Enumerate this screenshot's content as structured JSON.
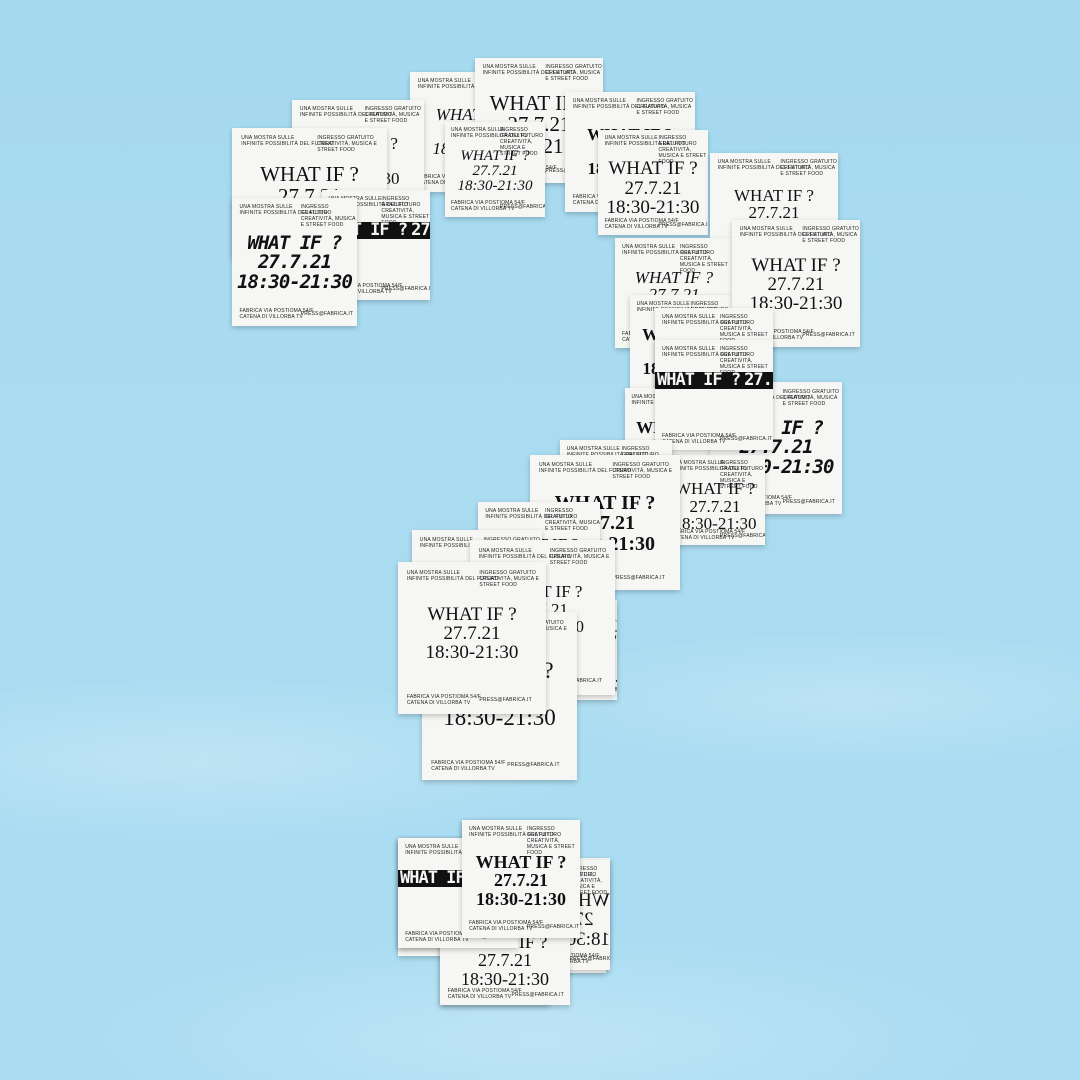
{
  "poster": {
    "headline": "WHAT IF ?",
    "date": "27.7.21",
    "time": "18:30-21:30",
    "info_left": "UNA MOSTRA SULLE\nINFINITE POSSIBILITÀ DEL FUTURO",
    "info_right": "INGRESSO GRATUITO\nCREATIVITÀ, MUSICA E STREET FOOD",
    "address": "FABRICA VIA POSTIOMA 54/F\nCATENA DI VILLORBA TV",
    "email": "PRESS@FABRICA.IT"
  },
  "colors": {
    "sky": "#a8dbf0",
    "card": "#f6f6f4",
    "ink": "#111111"
  },
  "cards": [
    {
      "style": "italic"
    },
    {
      "style": "normal"
    },
    {
      "style": "normal"
    },
    {
      "style": "bold"
    },
    {
      "style": "normal"
    },
    {
      "style": "italic"
    },
    {
      "style": "inverse"
    },
    {
      "style": "pixel"
    },
    {
      "style": "normal"
    },
    {
      "style": "normal"
    },
    {
      "style": "italic"
    },
    {
      "style": "bold"
    },
    {
      "style": "normal"
    },
    {
      "style": "italic"
    },
    {
      "style": "bold"
    },
    {
      "style": "pixel"
    },
    {
      "style": "normal"
    },
    {
      "style": "inverse"
    },
    {
      "style": "italic"
    },
    {
      "style": "bold"
    },
    {
      "style": "normal"
    },
    {
      "style": "normal"
    },
    {
      "style": "italic"
    },
    {
      "style": "normal"
    },
    {
      "style": "normal"
    },
    {
      "style": "normal"
    },
    {
      "style": "bold"
    },
    {
      "style": "normal"
    },
    {
      "style": "inverse"
    },
    {
      "style": "italic"
    },
    {
      "style": "normal"
    },
    {
      "style": "mirror"
    },
    {
      "style": "bold"
    },
    {
      "style": "normal"
    },
    {
      "style": "inverse"
    },
    {
      "style": "bold"
    }
  ]
}
